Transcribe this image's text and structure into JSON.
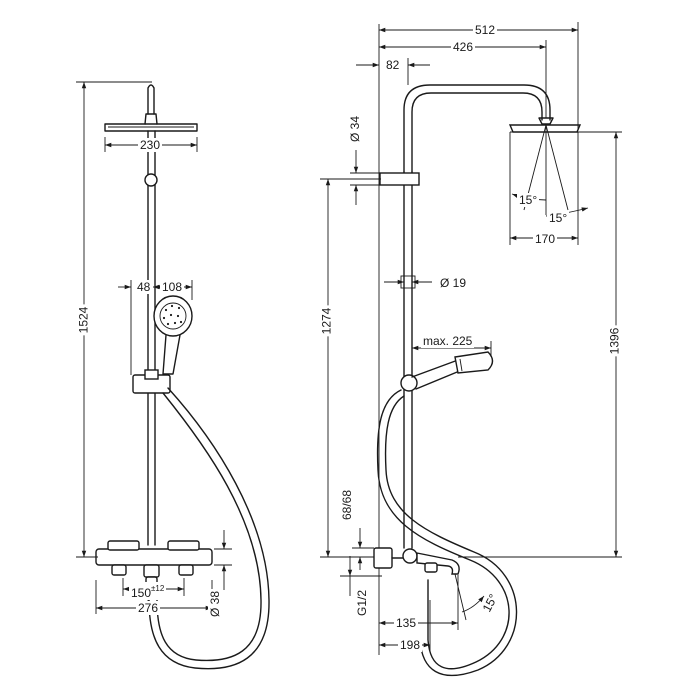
{
  "drawing": {
    "front_view": {
      "height_total": "1524",
      "head_width": "230",
      "handshower_offset": "48",
      "handshower_diameter": "108",
      "center_distance": "150",
      "center_tolerance": "±12",
      "thermostat_width": "276",
      "pipe_diameter_38": "Ø 38"
    },
    "side_view": {
      "overall_depth": "512",
      "arm_projection": "426",
      "wall_offset": "82",
      "bar_diameter": "Ø 34",
      "rail_diameter": "Ø 19",
      "bracket_height": "1274",
      "head_height": "1396",
      "tilt_angle_left": "15°",
      "tilt_angle_right": "15°",
      "head_depth": "170",
      "reach": "max. 225",
      "valve_range": "68/68",
      "connection": "G1/2",
      "spout_reach": "135",
      "spout_depth": "198",
      "spout_angle": "15°"
    }
  }
}
